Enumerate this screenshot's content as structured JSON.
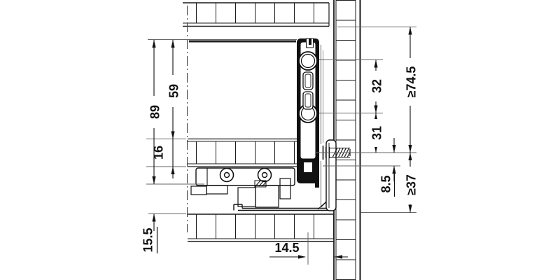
{
  "drawing": {
    "title": "drawer-runner-installation-cross-section",
    "colors": {
      "line": "#1a1a1a",
      "steel_profile": "#111111",
      "extension_line": "#666666",
      "background": "#ffffff"
    },
    "dims": {
      "drawer_side_height": "89",
      "inner_height_above_bottom": "59",
      "drawer_bottom_thickness": "16",
      "cabinet_bottom_offset": "15.5",
      "runner_side_clearance": "14.5",
      "hole_spacing": "32",
      "hole_to_screw_axis": "31",
      "screw_axis_to_base": "8.5",
      "min_height_upper": "≥74.5",
      "min_height_lower": "≥37"
    }
  }
}
